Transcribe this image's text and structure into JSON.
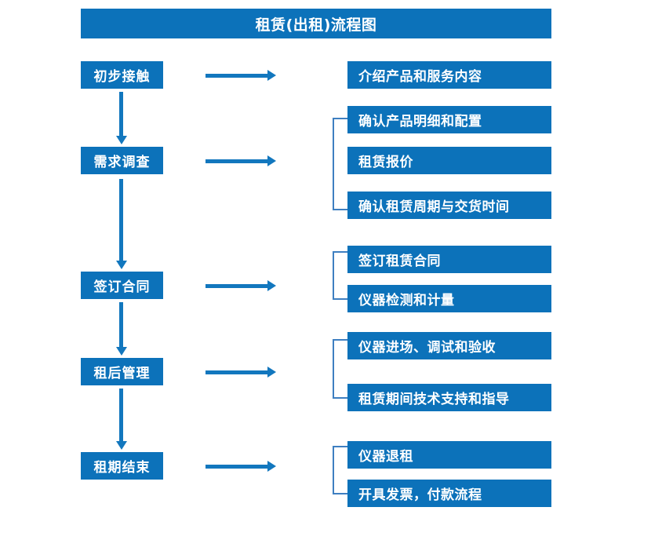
{
  "diagram": {
    "title": "租赁(出租)流程图",
    "colors": {
      "box_fill": "#0C72BA",
      "box_text": "#FFFFFF",
      "arrow": "#1277BE",
      "bracket": "#3E7FC1",
      "background": "#FFFFFF"
    },
    "stages": [
      {
        "label": "初步接触"
      },
      {
        "label": "需求调查"
      },
      {
        "label": "签订合同"
      },
      {
        "label": "租后管理"
      },
      {
        "label": "租期结束"
      }
    ],
    "details": [
      {
        "label": "介绍产品和服务内容"
      },
      {
        "label": "确认产品明细和配置"
      },
      {
        "label": "租赁报价"
      },
      {
        "label": "确认租赁周期与交货时间"
      },
      {
        "label": "签订租赁合同"
      },
      {
        "label": "仪器检测和计量"
      },
      {
        "label": "仪器进场、调试和验收"
      },
      {
        "label": "租赁期间技术支持和指导"
      },
      {
        "label": "仪器退租"
      },
      {
        "label": "开具发票，付款流程"
      }
    ]
  }
}
